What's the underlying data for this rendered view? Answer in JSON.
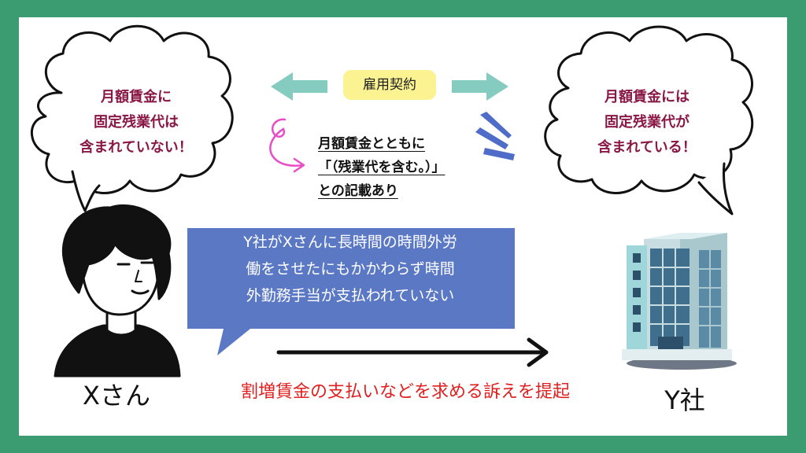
{
  "left_cloud": {
    "text": "月額賃金に\n固定残業代は\n含まれていない！"
  },
  "right_cloud": {
    "text": "月額賃金には\n固定残業代が\n含まれている！"
  },
  "contract": {
    "label": "雇用契約"
  },
  "contract_note": {
    "line1": "月額賃金とともに",
    "line2": "「（残業代を含む。）」",
    "line3": "との記載あり"
  },
  "speech": {
    "text": "Y社がXさんに長時間の時間外労\n働をさせたにもかかわらず時間\n外勤務手当が支払われていない"
  },
  "lawsuit": {
    "text": "割増賃金の支払いなどを求める訴えを提起"
  },
  "person": {
    "name": "Xさん"
  },
  "company": {
    "name": "Y社"
  },
  "colors": {
    "frame": "#3b9c72",
    "cloud_text": "#8a1846",
    "pill": "#fbf291",
    "arrow_teal": "#86cbc0",
    "speech_bg": "#5a78c4",
    "lawsuit_text": "#e02020",
    "swirl": "#e84fc7",
    "burst": "#4f6cc8"
  }
}
